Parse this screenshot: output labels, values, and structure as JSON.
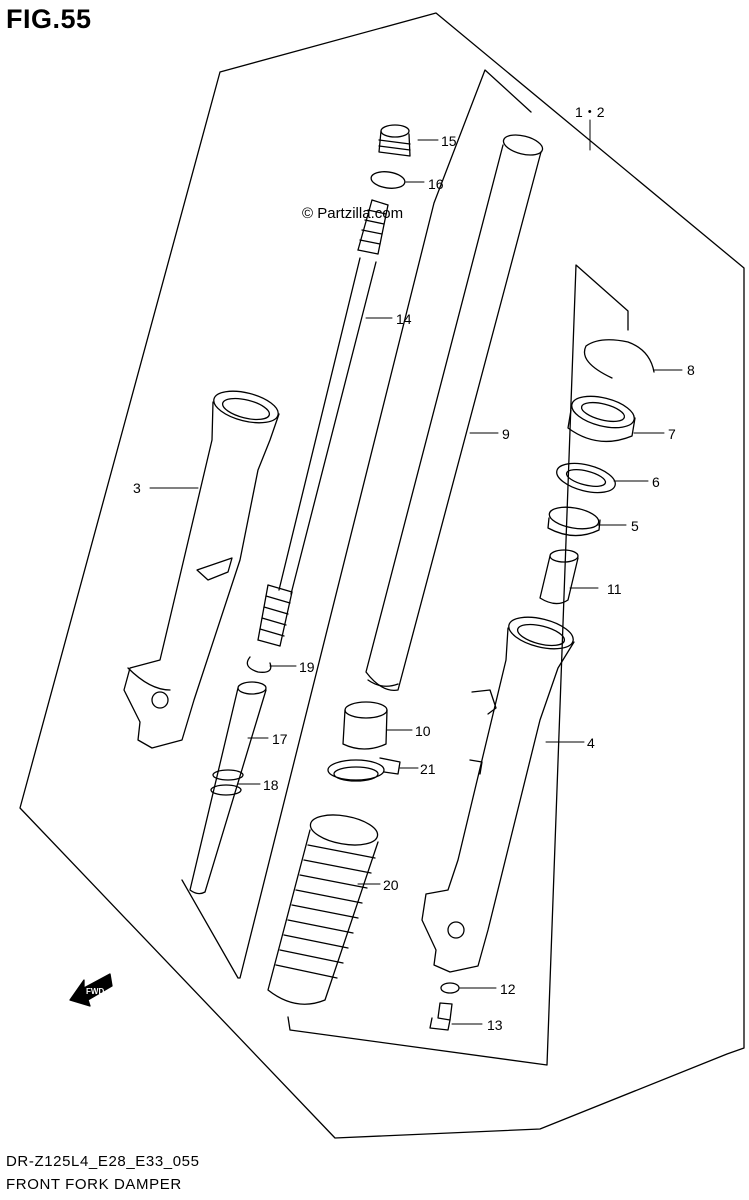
{
  "figure": {
    "title": "FIG.55"
  },
  "footer": {
    "code": "DR-Z125L4_E28_E33_055",
    "name": "FRONT FORK DAMPER"
  },
  "watermark": {
    "text": "© Partzilla.com"
  },
  "fwd_label": "FWD",
  "callouts": [
    {
      "id": "c12",
      "text": "1・2"
    },
    {
      "id": "c15",
      "text": "15"
    },
    {
      "id": "c16",
      "text": "16"
    },
    {
      "id": "c14",
      "text": "14"
    },
    {
      "id": "c8",
      "text": "8"
    },
    {
      "id": "c9",
      "text": "9"
    },
    {
      "id": "c7",
      "text": "7"
    },
    {
      "id": "c3",
      "text": "3"
    },
    {
      "id": "c6",
      "text": "6"
    },
    {
      "id": "c5",
      "text": "5"
    },
    {
      "id": "c11",
      "text": "11"
    },
    {
      "id": "c19",
      "text": "19"
    },
    {
      "id": "c10",
      "text": "10"
    },
    {
      "id": "c17",
      "text": "17"
    },
    {
      "id": "c4",
      "text": "4"
    },
    {
      "id": "c21",
      "text": "21"
    },
    {
      "id": "c18",
      "text": "18"
    },
    {
      "id": "c20",
      "text": "20"
    },
    {
      "id": "c12b",
      "text": "12"
    },
    {
      "id": "c13",
      "text": "13"
    }
  ]
}
